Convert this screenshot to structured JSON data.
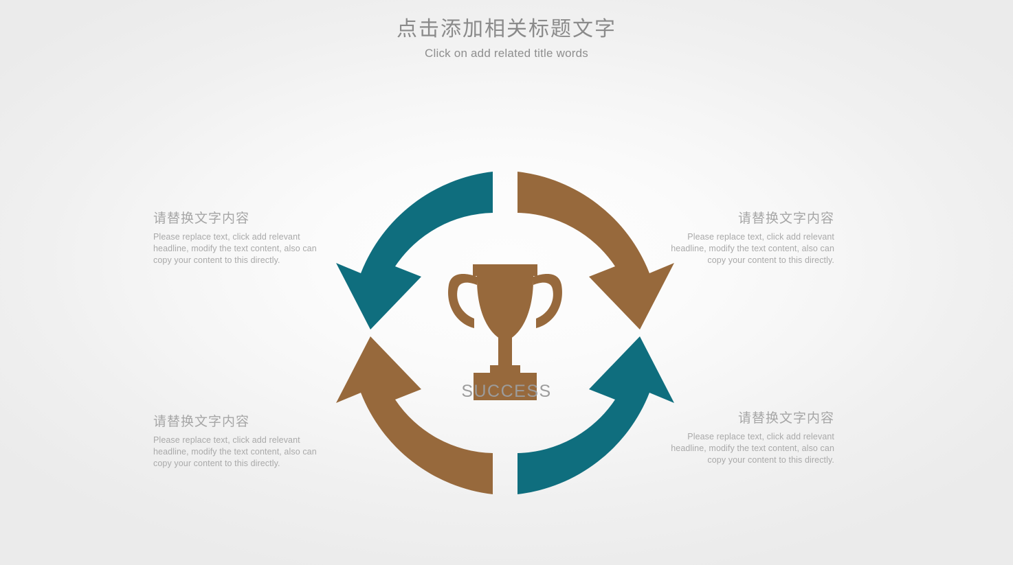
{
  "slide": {
    "background_color": "#ececec",
    "title_cn": "点击添加相关标题文字",
    "title_en": "Click on add related title words"
  },
  "colors": {
    "teal": "#0f6e7e",
    "brown": "#97693c",
    "title_gray": "#8a8a8a",
    "body_gray": "#a9a9a9",
    "heading_gray": "#a6a6a6"
  },
  "center": {
    "icon": "trophy-icon",
    "label": "SUCCESS"
  },
  "blocks": [
    {
      "id": "top-left",
      "heading": "请替换文字内容",
      "body": "Please replace text, click add relevant headline, modify the text content, also can copy your content to this directly.",
      "align": "left"
    },
    {
      "id": "top-right",
      "heading": "请替换文字内容",
      "body": "Please replace text, click add relevant headline, modify the text content, also can copy your content to this directly.",
      "align": "right"
    },
    {
      "id": "bottom-left",
      "heading": "请替换文字内容",
      "body": "Please replace text, click add relevant headline, modify the text content, also can copy your content to this directly.",
      "align": "left"
    },
    {
      "id": "bottom-right",
      "heading": "请替换文字内容",
      "body": "Please replace text, click add relevant headline, modify the text content, also can copy your content to this directly.",
      "align": "right"
    }
  ],
  "arrows": [
    {
      "id": "top-left-arrow",
      "color": "#0f6e7e",
      "direction": "down-left"
    },
    {
      "id": "top-right-arrow",
      "color": "#97693c",
      "direction": "up-left"
    },
    {
      "id": "bottom-right-arrow",
      "color": "#0f6e7e",
      "direction": "up-right"
    },
    {
      "id": "bottom-left-arrow",
      "color": "#97693c",
      "direction": "down-right"
    }
  ]
}
